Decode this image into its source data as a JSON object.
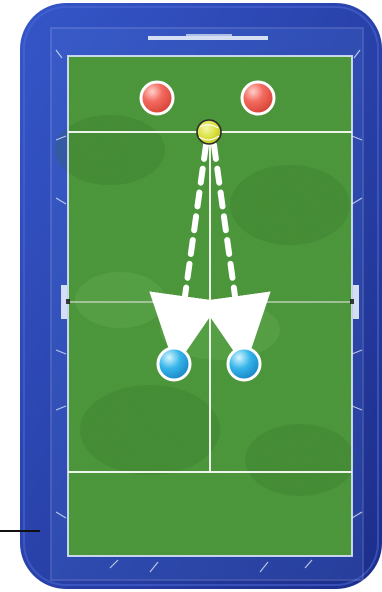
{
  "colors": {
    "outer_blue": "#2b3fae",
    "outer_blue_edge": "#1f2d86",
    "turf_green": "#4f9a3d",
    "turf_green_dark": "#3f8a31",
    "lines": "#e9f0e6",
    "red_player": "#ef5a4f",
    "blue_player": "#2aa6dd",
    "ball": "#d7df3a",
    "arrow": "#ffffff"
  },
  "diagram": {
    "players_red": [
      {
        "id": "red-player-left"
      },
      {
        "id": "red-player-right"
      }
    ],
    "players_blue": [
      {
        "id": "blue-player-left"
      },
      {
        "id": "blue-player-right"
      }
    ],
    "ball": {
      "id": "tennis-ball"
    },
    "passes": [
      {
        "from": "tennis-ball",
        "to": "blue-player-left"
      },
      {
        "from": "tennis-ball",
        "to": "blue-player-right"
      }
    ]
  }
}
